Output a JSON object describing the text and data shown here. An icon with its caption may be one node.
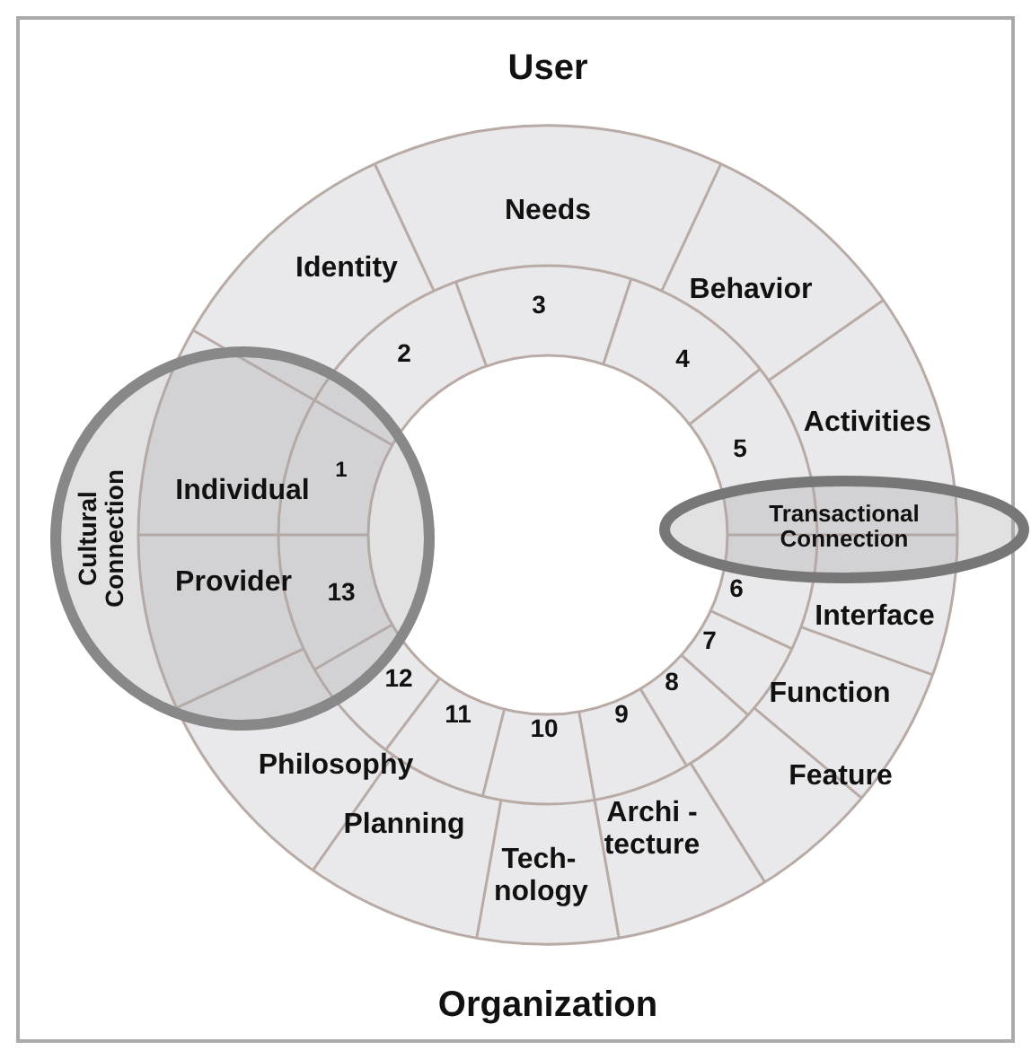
{
  "diagram": {
    "labels": [
      "User",
      "Needs",
      "Identity",
      "3",
      "Behavior",
      "2",
      "4",
      "Activities",
      "5",
      "Cultural Connection",
      "Individual",
      "1",
      "Transactional Connection",
      "Provider",
      "13",
      "6",
      "Interface",
      "7",
      "Function",
      "12",
      "8",
      "11",
      "10",
      "9",
      "Philosophy",
      "Feature",
      "Planning",
      "Archi - tecture",
      "Tech- nology",
      "Organization"
    ]
  }
}
